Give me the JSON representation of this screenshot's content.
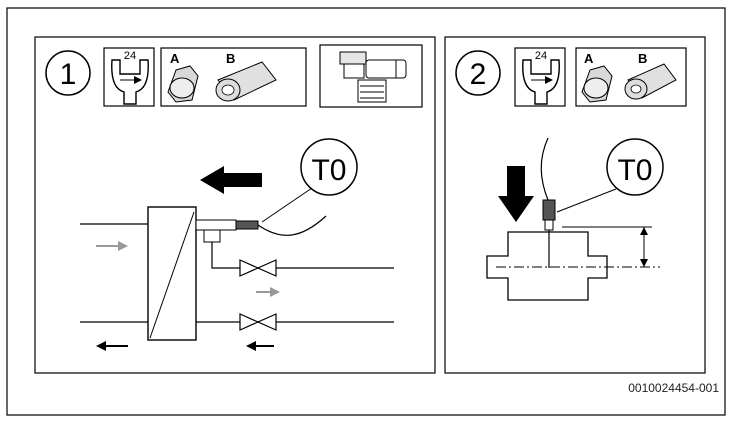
{
  "panels": [
    {
      "step": "1",
      "wrench_size": "24",
      "fitting_labels": [
        "A",
        "B"
      ],
      "sensor_label": "T0"
    },
    {
      "step": "2",
      "wrench_size": "24",
      "fitting_labels": [
        "A",
        "B"
      ],
      "sensor_label": "T0"
    }
  ],
  "reference_number": "0010024454-001"
}
